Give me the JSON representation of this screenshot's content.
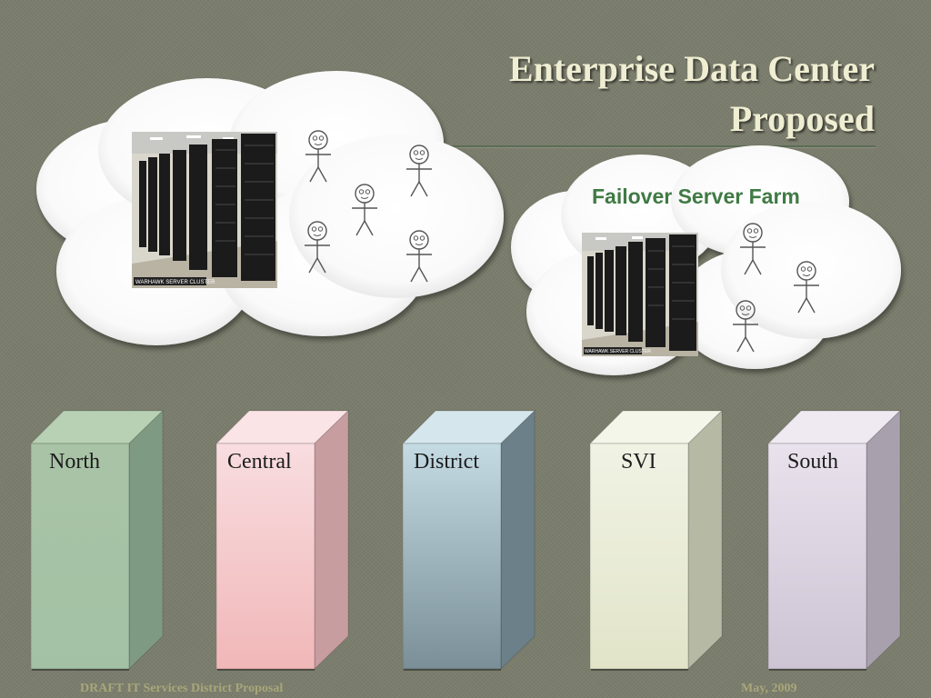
{
  "slide": {
    "title_line1": "Enterprise Data Center",
    "title_line2": "Proposed"
  },
  "failover": {
    "label": "Failover Server Farm"
  },
  "photos": {
    "main_caption": "WARHAWK SERVER CLUSTER",
    "failover_caption": "WARHAWK SERVER CLUSTER"
  },
  "regions": [
    {
      "label": "North",
      "front_color_top": "#a9c3a6",
      "front_color_bottom": "#a3c2a5",
      "side_color": "#7f9a82",
      "top_color": "#b8d1b4"
    },
    {
      "label": "Central",
      "front_color_top": "#f8dde0",
      "front_color_bottom": "#f1b7b8",
      "side_color": "#c79da0",
      "top_color": "#fbe4e6"
    },
    {
      "label": "District",
      "front_color_top": "#c4dbe3",
      "front_color_bottom": "#7a8f97",
      "side_color": "#6b8089",
      "top_color": "#d5e6ec"
    },
    {
      "label": "SVI",
      "front_color_top": "#f0f3e4",
      "front_color_bottom": "#e2e4c9",
      "side_color": "#b6b9a4",
      "top_color": "#f4f6ea"
    },
    {
      "label": "South",
      "front_color_top": "#e9e2ec",
      "front_color_bottom": "#cdc4d4",
      "side_color": "#a8a0ad",
      "top_color": "#efe9f1"
    }
  ],
  "footer": {
    "left": "DRAFT IT Services District Proposal",
    "right": "May, 2009"
  },
  "colors": {
    "background": "#7b7d6d",
    "title": "#efeed2",
    "failover_label": "#3f7a44",
    "footer": "#a8a67a"
  }
}
